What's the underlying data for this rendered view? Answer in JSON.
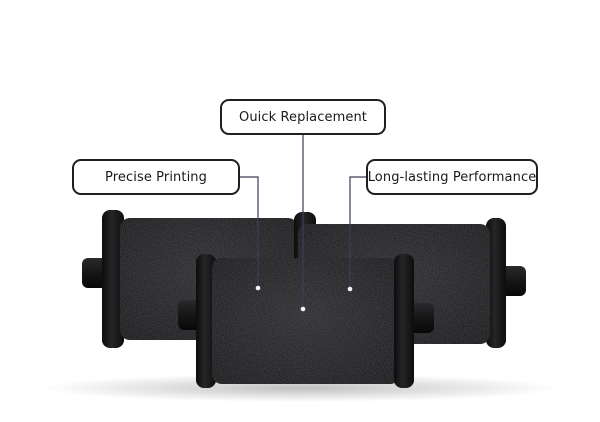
{
  "callouts": {
    "precise": "Precise Printing",
    "quick": "Ouick Replacement",
    "long": "Long-lasting Performance"
  },
  "colors": {
    "ink_dark": "#0b0b0d",
    "cap_dark": "#161618",
    "leader_line": "#3a3f55",
    "dot": "#f4f6ff"
  }
}
